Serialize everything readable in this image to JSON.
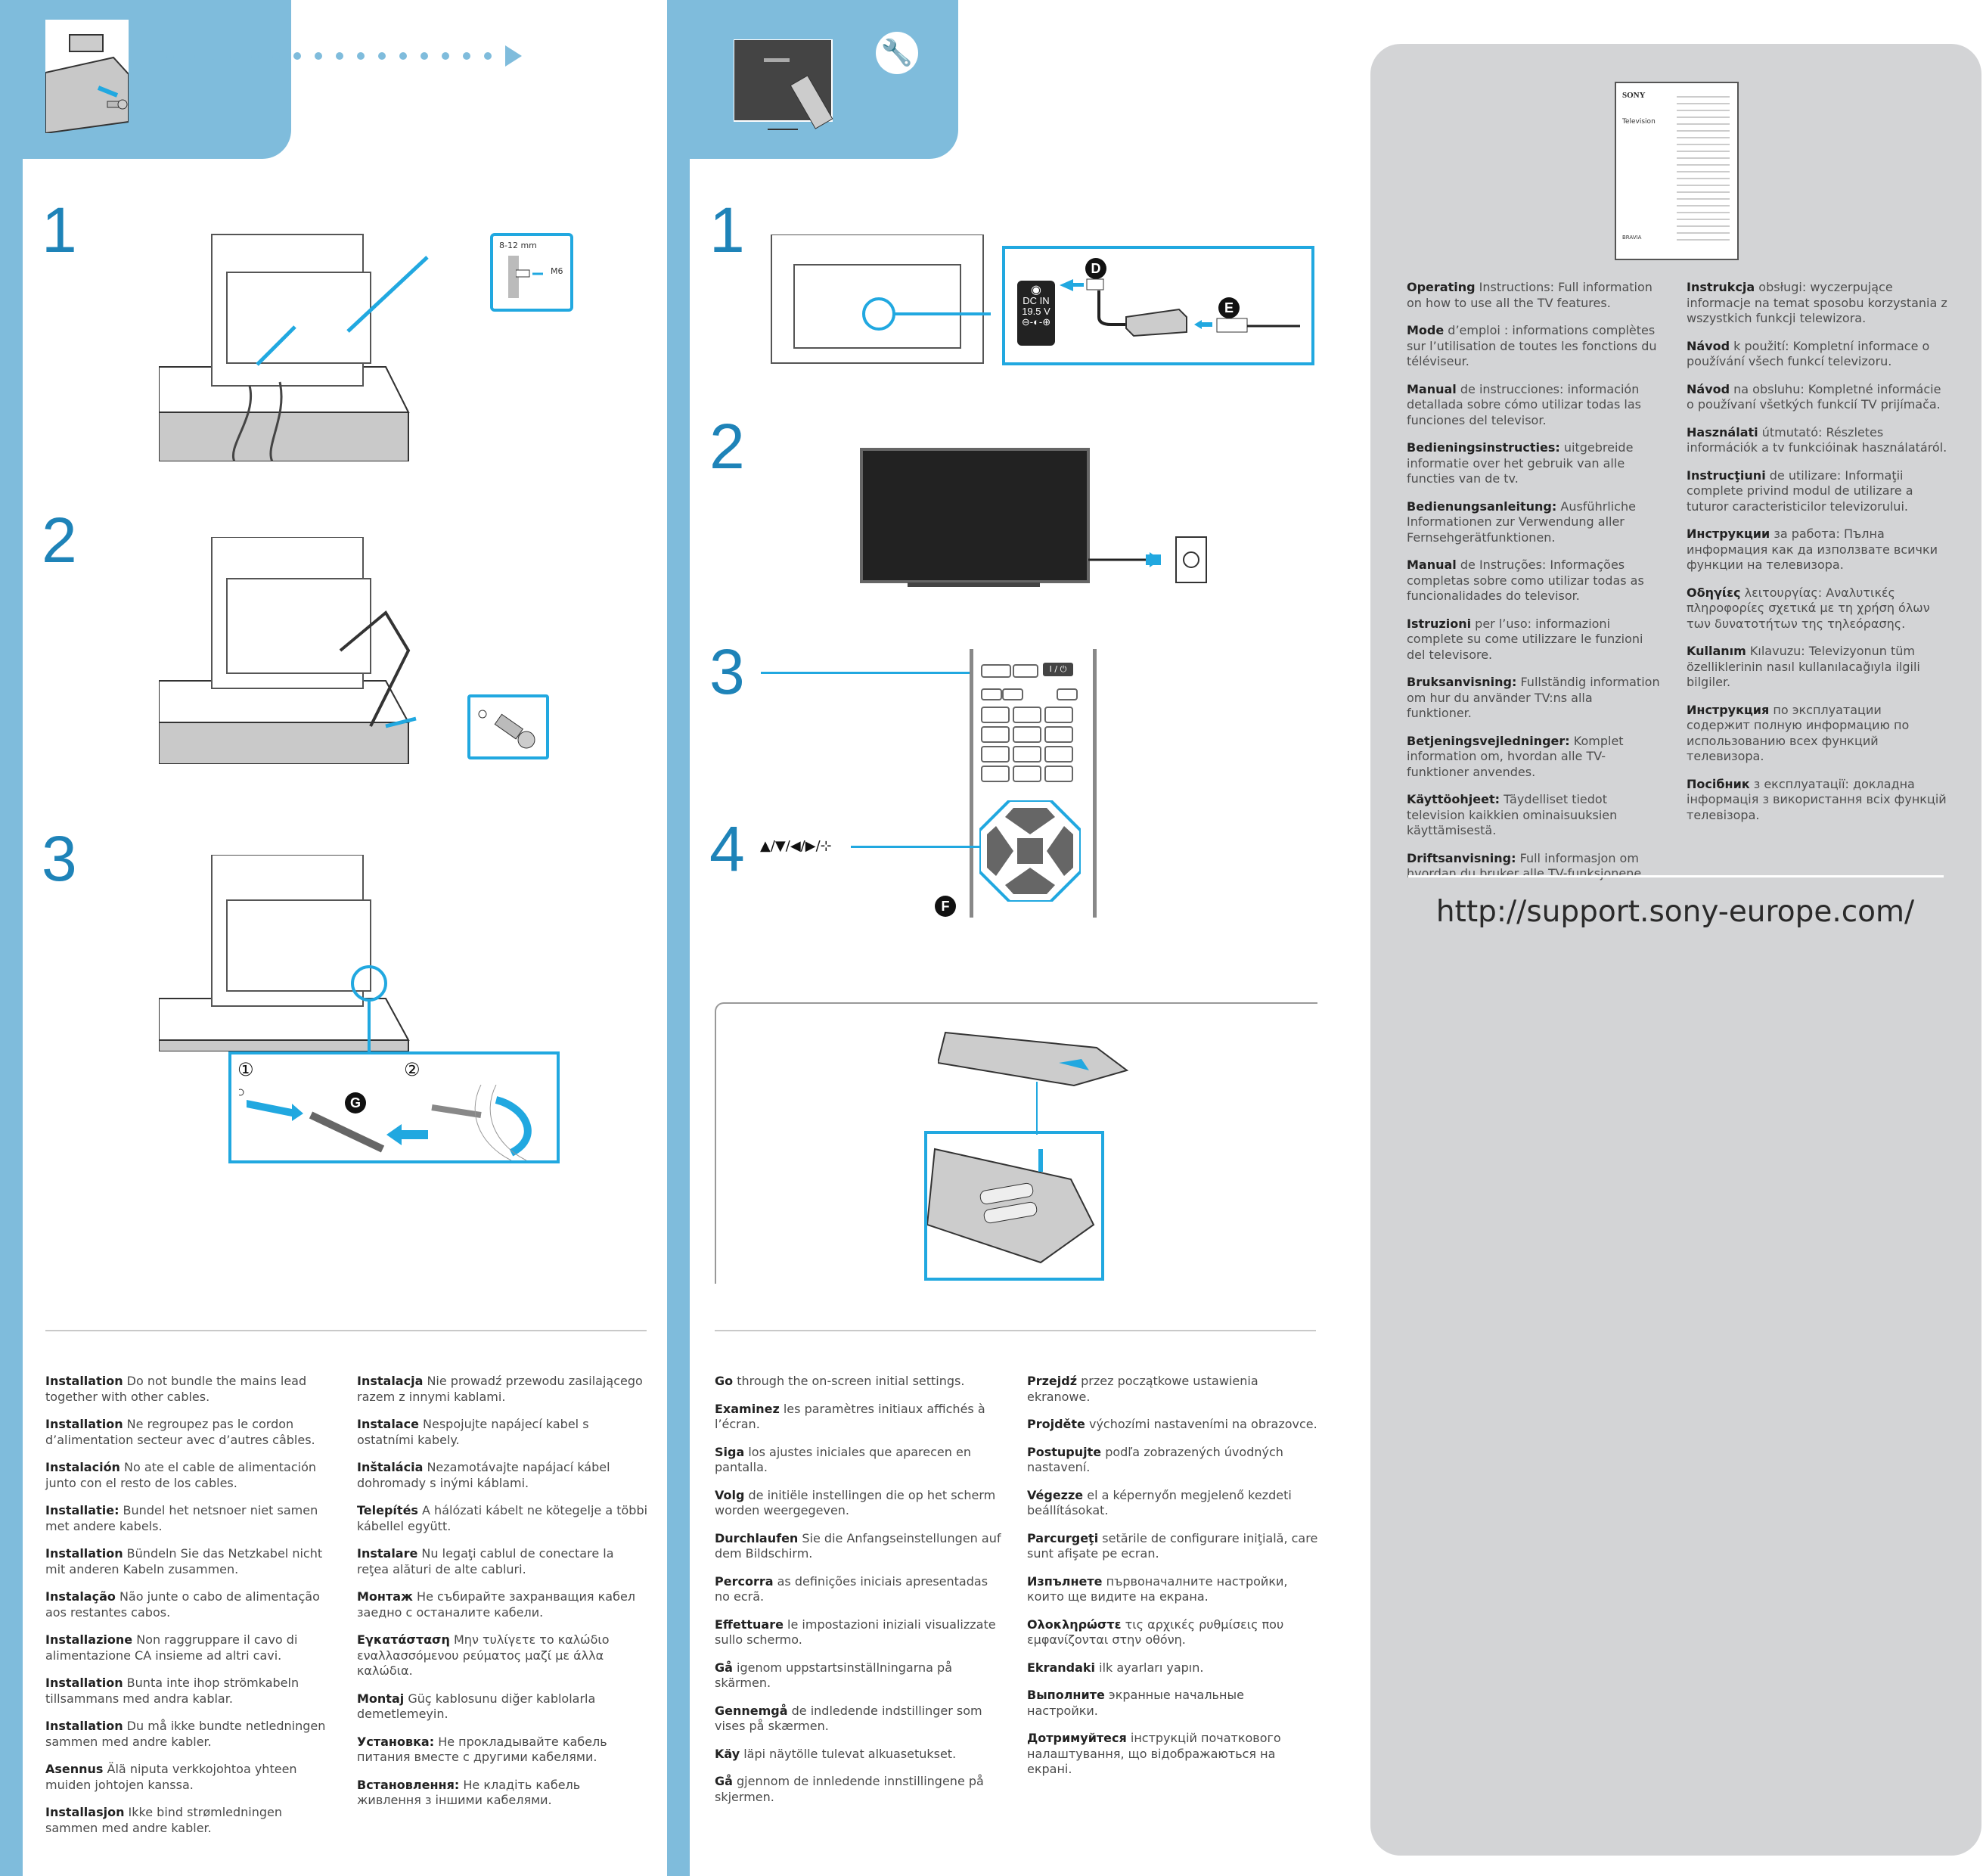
{
  "colors": {
    "accent_blue": "#7fbcdc",
    "step_number_blue": "#1e83b8",
    "highlight_cyan": "#21a8e0",
    "panel_grey": "#d3d4d6"
  },
  "panel_install": {
    "header_icon": "tv-stand-screw-illustration",
    "progress_arrow_icon": "dotted-arrow-right",
    "steps": [
      {
        "number": "1",
        "callout_dimension": "8-12 mm",
        "callout_screw": "M6"
      },
      {
        "number": "2"
      },
      {
        "number": "3",
        "sub_step_1": "①",
        "sub_step_2": "②",
        "part_label": "G"
      }
    ],
    "notes": {
      "col1": [
        {
          "bold": "Installation",
          "text": " Do not bundle the mains lead together with other cables."
        },
        {
          "bold": "Installation",
          "text": " Ne regroupez pas le cordon d’alimentation secteur avec d’autres câbles."
        },
        {
          "bold": "Instalación",
          "text": " No ate el cable de alimentación junto con el resto de los cables."
        },
        {
          "bold": "Installatie:",
          "text": " Bundel het netsnoer niet samen met andere kabels."
        },
        {
          "bold": "Installation",
          "text": " Bündeln Sie das Netzkabel nicht mit anderen Kabeln zusammen."
        },
        {
          "bold": "Instalação",
          "text": " Não junte o cabo de alimentação aos restantes cabos."
        },
        {
          "bold": "Installazione",
          "text": " Non raggruppare il cavo di alimentazione CA insieme ad altri cavi."
        },
        {
          "bold": "Installation",
          "text": " Bunta inte ihop strömkabeln tillsammans med andra kablar."
        },
        {
          "bold": "Installation",
          "text": " Du må ikke bundte netledningen sammen med andre kabler."
        },
        {
          "bold": "Asennus",
          "text": " Älä niputa verkkojohtoa yhteen muiden johtojen kanssa."
        },
        {
          "bold": "Installasjon",
          "text": " Ikke bind strømledningen sammen med andre kabler."
        }
      ],
      "col2": [
        {
          "bold": "Instalacja",
          "text": " Nie prowadź przewodu zasilającego razem z innymi kablami."
        },
        {
          "bold": "Instalace",
          "text": " Nespojujte napájecí kabel s ostatními kabely."
        },
        {
          "bold": "Inštalácia",
          "text": " Nezamotávajte napájací kábel dohromady s inými káblami."
        },
        {
          "bold": "Telepítés",
          "text": " A hálózati kábelt ne kötegelje a többi kábellel együtt."
        },
        {
          "bold": "Instalare",
          "text": " Nu legaţi cablul de conectare la reţea alături de alte cabluri."
        },
        {
          "bold": "Монтаж",
          "text": " Не събирайте захранващия кабел заедно с останалите кабели."
        },
        {
          "bold": "Εγκατάσταση",
          "text": " Μην τυλίγετε το καλώδιο εναλλασσόμενου ρεύματος μαζί με άλλα καλώδια."
        },
        {
          "bold": "Montaj",
          "text": " Güç kablosunu diğer kablolarla demetlemeyin."
        },
        {
          "bold": "Установка:",
          "text": " Не прокладывайте кабель питания вместе с другими кабелями."
        },
        {
          "bold": "Встановлення:",
          "text": " Не кладіть кабель живлення з іншими кабелями."
        }
      ]
    }
  },
  "panel_setup": {
    "header_icon": "wrench-icon",
    "steps": [
      {
        "number": "1",
        "port_label_line1": "DC IN",
        "port_label_line2": "19.5  V",
        "polarity": "⊖-◐-⊕",
        "part_d": "D",
        "part_e": "E"
      },
      {
        "number": "2"
      },
      {
        "number": "3",
        "button_label": "I / ⏻"
      },
      {
        "number": "4",
        "symbols": "▲/▼/◀/▶/⊹",
        "part_f": "F"
      }
    ],
    "notes": {
      "col1": [
        {
          "bold": "Go",
          "text": " through the on-screen initial settings."
        },
        {
          "bold": "Examinez",
          "text": " les paramètres initiaux affichés à l’écran."
        },
        {
          "bold": "Siga",
          "text": " los ajustes iniciales que aparecen en pantalla."
        },
        {
          "bold": "Volg",
          "text": " de initiële instellingen die op het scherm worden weergegeven."
        },
        {
          "bold": "Durchlaufen",
          "text": " Sie die Anfangseinstellungen auf dem Bildschirm."
        },
        {
          "bold": "Percorra",
          "text": " as definições iniciais apresentadas no ecrã."
        },
        {
          "bold": "Effettuare",
          "text": " le impostazioni iniziali visualizzate sullo schermo."
        },
        {
          "bold": "Gå",
          "text": " igenom uppstartsinställningarna på skärmen."
        },
        {
          "bold": "Gennemgå",
          "text": " de indledende indstillinger som vises på skærmen."
        },
        {
          "bold": "Käy",
          "text": " läpi näytölle tulevat alkuasetukset."
        },
        {
          "bold": "Gå",
          "text": " gjennom de innledende innstillingene på skjermen."
        }
      ],
      "col2": [
        {
          "bold": "Przejdź",
          "text": " przez początkowe ustawienia ekranowe."
        },
        {
          "bold": "Projděte",
          "text": " výchozími nastaveními na obrazovce."
        },
        {
          "bold": "Postupujte",
          "text": " podľa zobrazených úvodných nastavení."
        },
        {
          "bold": "Végezze",
          "text": " el a képernyőn megjelenő kezdeti beállításokat."
        },
        {
          "bold": "Parcurgeţi",
          "text": " setările de configurare iniţială, care sunt afişate pe ecran."
        },
        {
          "bold": "Изпълнете",
          "text": " първоначалните настройки, които ще видите на екрана."
        },
        {
          "bold": "Ολοκληρώστε",
          "text": " τις αρχικές ρυθμίσεις που εμφανίζονται στην οθόνη."
        },
        {
          "bold": "Ekrandaki",
          "text": " ilk ayarları yapın."
        },
        {
          "bold": "Выполните",
          "text": " экранные начальные настройки."
        },
        {
          "bold": "Дотримуйтеся",
          "text": " інструкцій початкового налаштування, що відображаються на екрані."
        }
      ]
    }
  },
  "panel_manual": {
    "booklet": {
      "brand": "SONY",
      "title": "Television",
      "series": "BRAVIA"
    },
    "col1": [
      {
        "bold": "Operating",
        "text": " Instructions: Full information on how to use all the TV features."
      },
      {
        "bold": "Mode",
        "text": " d’emploi : informations complètes sur l’utilisation de toutes les fonctions du téléviseur."
      },
      {
        "bold": "Manual",
        "text": " de instrucciones: información detallada sobre cómo utilizar todas las funciones del televisor."
      },
      {
        "bold": "Bedieningsinstructies:",
        "text": " uitgebreide informatie over het gebruik van alle functies van de tv."
      },
      {
        "bold": "Bedienungsanleitung:",
        "text": " Ausführliche Informationen zur Verwendung aller Fernsehgerätfunktionen."
      },
      {
        "bold": "Manual",
        "text": " de Instruções: Informações completas sobre como utilizar todas as funcionalidades do televisor."
      },
      {
        "bold": "Istruzioni",
        "text": " per l’uso: informazioni complete su come utilizzare le funzioni del televisore."
      },
      {
        "bold": "Bruksanvisning:",
        "text": " Fullständig information om hur du använder TV:ns alla funktioner."
      },
      {
        "bold": "Betjeningsvejledninger:",
        "text": " Komplet information om, hvordan alle TV-funktioner anvendes."
      },
      {
        "bold": "Käyttöohjeet:",
        "text": " Täydelliset tiedot television kaikkien ominaisuuksien käyttämisestä."
      },
      {
        "bold": "Driftsanvisning:",
        "text": " Full informasjon om hvordan du bruker alle TV-funksjonene."
      }
    ],
    "col2": [
      {
        "bold": "Instrukcja",
        "text": " obsługi: wyczerpujące informacje na temat sposobu korzystania z wszystkich funkcji telewizora."
      },
      {
        "bold": "Návod",
        "text": " k použití: Kompletní informace o používání všech funkcí televizoru."
      },
      {
        "bold": "Návod",
        "text": " na obsluhu: Kompletné informácie o používaní všetkých funkcií TV prijímača."
      },
      {
        "bold": "Használati",
        "text": " útmutató: Részletes információk a tv funkcióinak használatáról."
      },
      {
        "bold": "Instrucţiuni",
        "text": " de utilizare: Informaţii complete privind modul de utilizare a tuturor caracteristicilor televizorului."
      },
      {
        "bold": "Инструкции",
        "text": " за работа: Пълна информация как да използвате всички функции на телевизора."
      },
      {
        "bold": "Οδηγίες",
        "text": " λειτουργίας: Αναλυτικές πληροφορίες σχετικά με τη χρήση όλων των δυνατοτήτων της τηλεόρασης."
      },
      {
        "bold": "Kullanım",
        "text": " Kılavuzu: Televizyonun tüm özelliklerinin nasıl kullanılacağıyla ilgili bilgiler."
      },
      {
        "bold": "Инструкция",
        "text": " по эксплуатации содержит полную информацию по использованию всех функций телевизора."
      },
      {
        "bold": "Посібник",
        "text": " з експлуатації: докладна інформація з використання всіх функцій телевізора."
      }
    ],
    "support_url": "http://support.sony-europe.com/"
  }
}
